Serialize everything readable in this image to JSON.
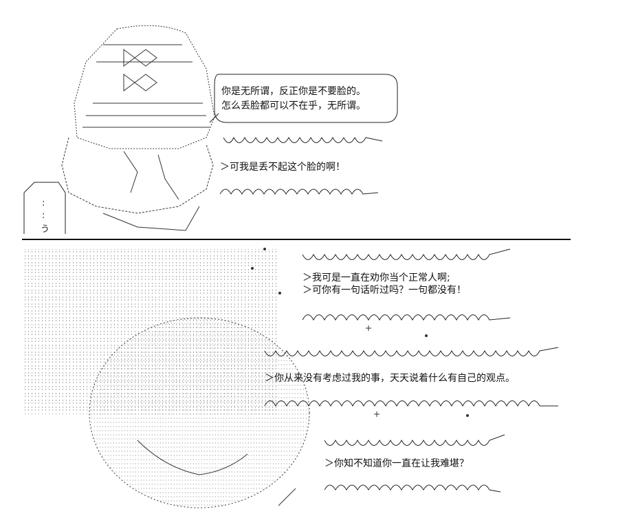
{
  "bubbles": [
    {
      "id": "b1",
      "lines": [
        "你是无所谓，反正你是不要脸的。",
        "怎么丢脸都可以不在乎，无所谓。"
      ]
    },
    {
      "id": "b2",
      "lines": [
        "＞可我是丢不起这个脸的啊！"
      ]
    },
    {
      "id": "b3",
      "lines": [
        "＞我可是一直在劝你当个正常人啊;",
        "＞可你有一句话听过吗？一句都没有！"
      ]
    },
    {
      "id": "b4",
      "lines": [
        "＞你从来没有考虑过我的事，天天说着什么有自己的观点。"
      ]
    },
    {
      "id": "b5",
      "lines": [
        "＞你知不知道你一直在让我难堪？"
      ]
    }
  ],
  "sign": {
    "chars": [
      ":",
      ":",
      "う"
    ]
  }
}
